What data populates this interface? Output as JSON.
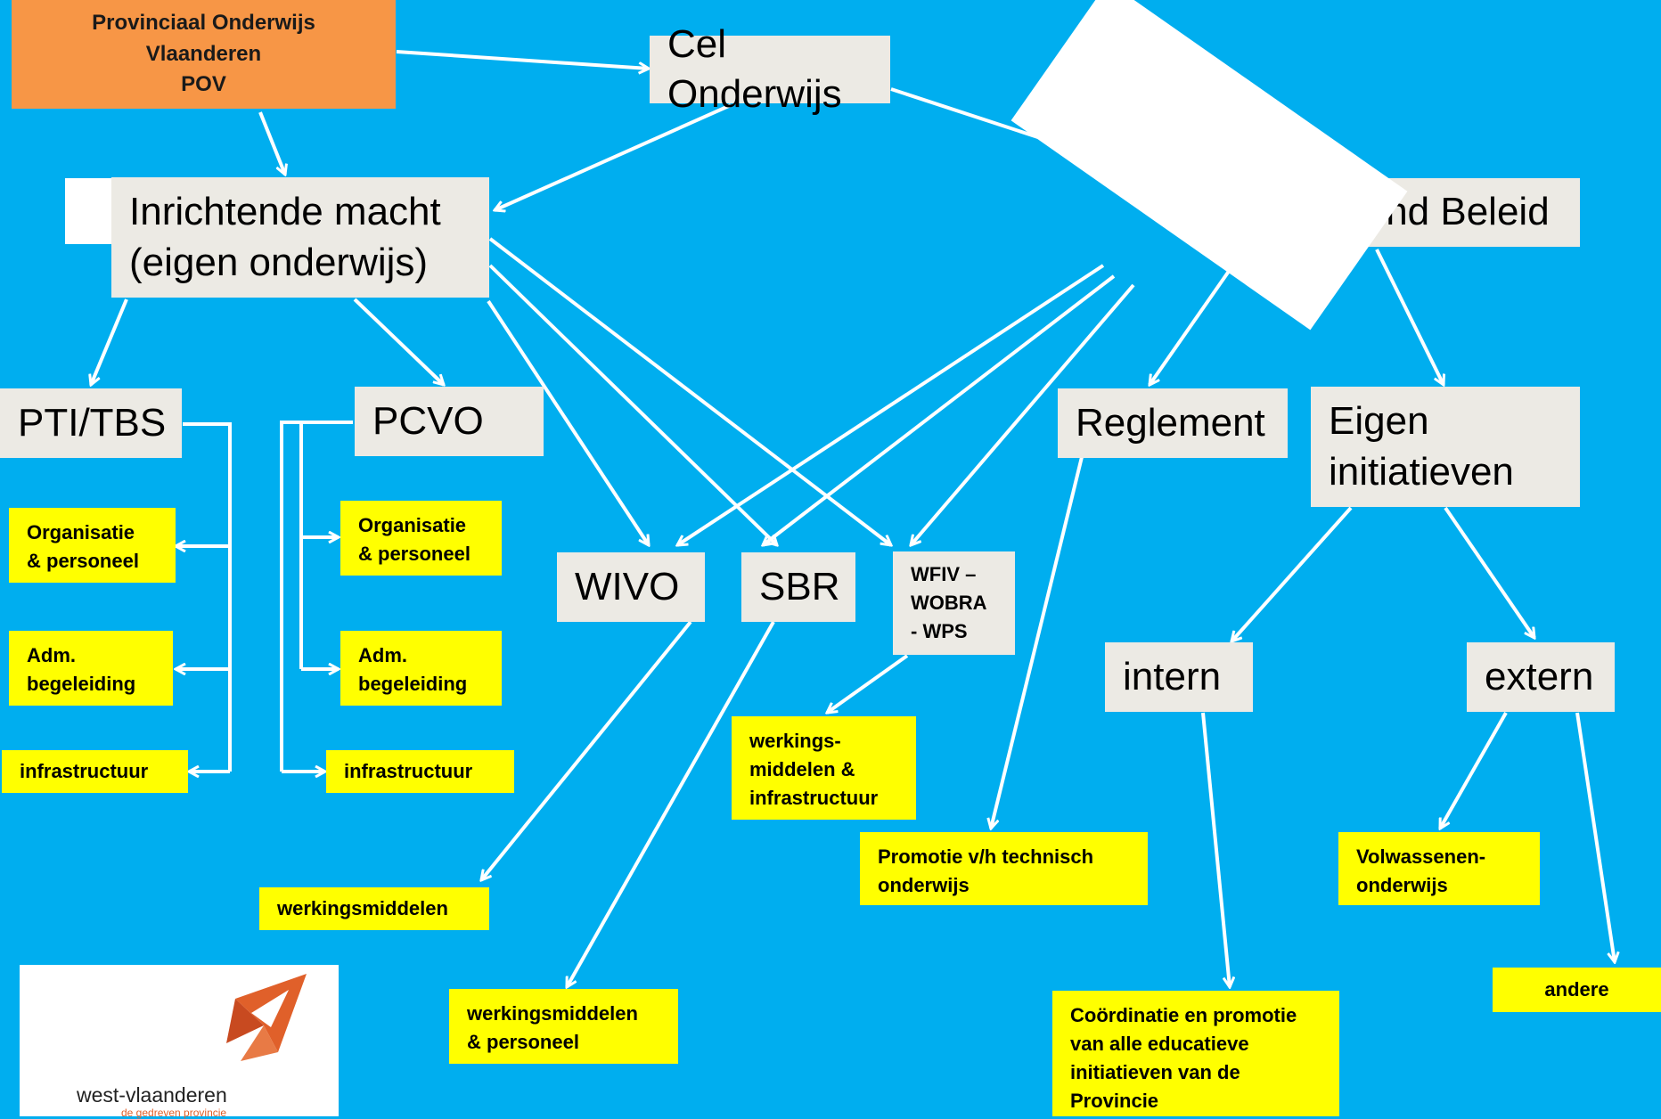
{
  "nodes": {
    "pov": [
      "Provinciaal Onderwijs",
      "Vlaanderen",
      "POV"
    ],
    "cel_onderwijs": "Cel Onderwijs",
    "inrichtende_macht": [
      "Inrichtende macht",
      "(eigen onderwijs)"
    ],
    "flankerend_beleid": "Flankerend Beleid",
    "pti_tbs": "PTI/TBS",
    "pcvo": "PCVO",
    "reglement": "Reglement",
    "eigen_initiatieven": [
      "Eigen",
      "initiatieven"
    ],
    "wivo": "WIVO",
    "sbr": "SBR",
    "wfiv": [
      "WFIV –",
      "WOBRA",
      "- WPS"
    ],
    "intern": "intern",
    "extern": "extern"
  },
  "leaves": {
    "pti_org": [
      "Organisatie",
      "& personeel"
    ],
    "pti_adm": [
      "Adm.",
      "begeleiding"
    ],
    "pti_infra": "infrastructuur",
    "pcvo_org": [
      "Organisatie",
      "& personeel"
    ],
    "pcvo_adm": [
      "Adm.",
      "begeleiding"
    ],
    "pcvo_infra": "infrastructuur",
    "wivo_werk": "werkingsmiddelen",
    "sbr_werk": [
      "werkingsmiddelen",
      "& personeel"
    ],
    "wfiv_werk": [
      "werkings-",
      "middelen &",
      "infrastructuur"
    ],
    "promotie": [
      "Promotie v/h technisch",
      "onderwijs"
    ],
    "volwassenen": [
      "Volwassenen-",
      "onderwijs"
    ],
    "andere": "andere",
    "coordinatie": [
      "Coördinatie en promotie",
      "van alle educatieve",
      "initiatieven van de",
      "Provincie"
    ]
  },
  "logo": {
    "name": "west-vlaanderen",
    "tagline": "de gedreven provincie",
    "colors": {
      "orange": "#E0602A",
      "dark_orange": "#C84A20"
    }
  },
  "colors": {
    "background": "#00AEEF",
    "grey_box": "#ECEAE4",
    "yellow_box": "#FFFF00",
    "orange_box": "#F79646",
    "connector": "#FFFFFF"
  }
}
